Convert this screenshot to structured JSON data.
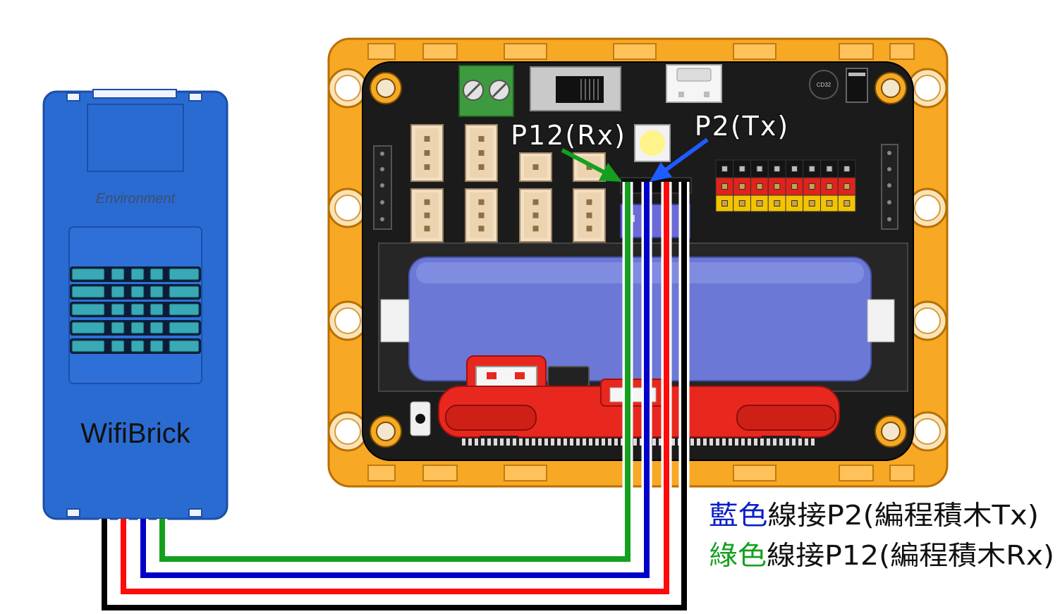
{
  "module": {
    "sensor_label": "Environment",
    "name": "WifiBrick",
    "color": "#2a6bd1"
  },
  "board": {
    "capacitor_label": "CD32",
    "frame_color": "#f7a824",
    "header_colors": [
      "#141414",
      "#e0231c",
      "#f5c400"
    ]
  },
  "pins": {
    "rx_label": "P12(Rx)",
    "tx_label": "P2(Tx)"
  },
  "wires": {
    "black": "#000000",
    "red": "#ff0a0a",
    "blue": "#0000c8",
    "green": "#14a01e"
  },
  "notes": [
    [
      {
        "text": "藍色",
        "color": "#0a1ec8"
      },
      {
        "text": "線接P2(編程積木Tx)",
        "color": "#111111"
      }
    ],
    [
      {
        "text": "綠色",
        "color": "#14a01e"
      },
      {
        "text": "線接P12(編程積木Rx)",
        "color": "#111111"
      }
    ]
  ]
}
